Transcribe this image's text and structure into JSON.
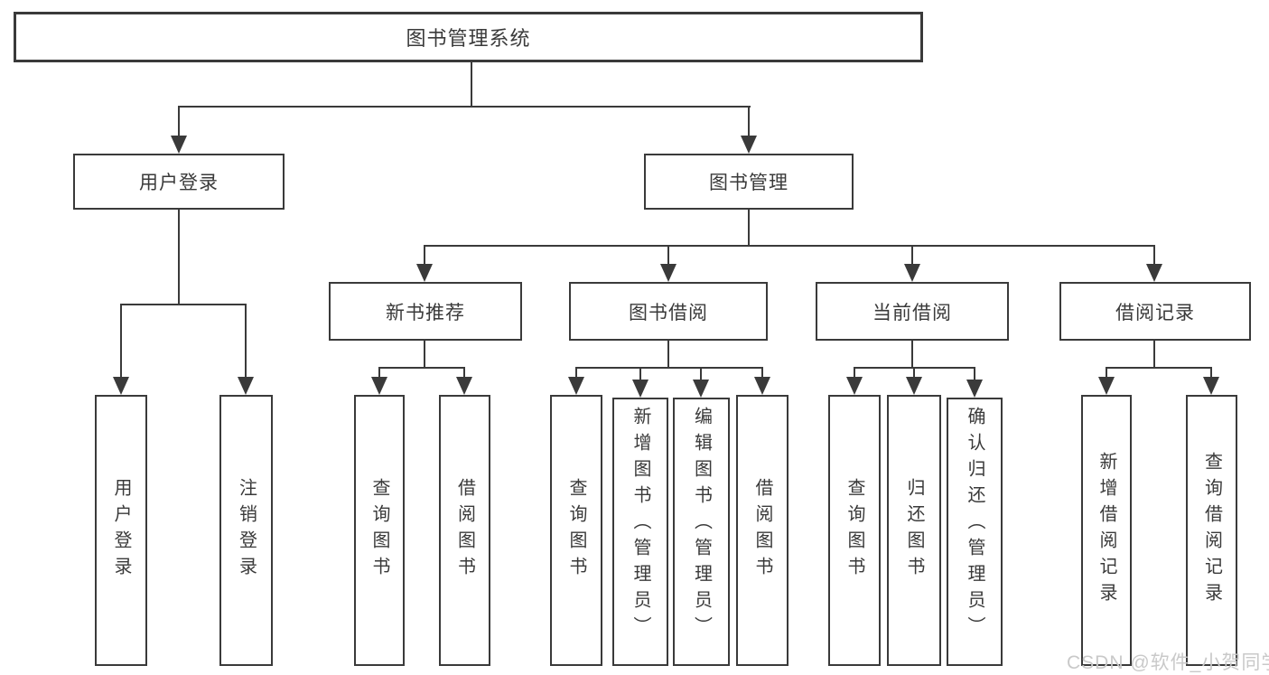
{
  "diagram": {
    "type": "hierarchy",
    "title": "图书管理系统"
  },
  "nodes": {
    "root": "图书管理系统",
    "user_login": "用户登录",
    "book_mgmt": "图书管理",
    "new_book_rec": "新书推荐",
    "book_borrow": "图书借阅",
    "current_borrow": "当前借阅",
    "borrow_record": "借阅记录",
    "leaf_user_login": "用户登录",
    "leaf_logout": "注销登录",
    "leaf_query_book_1": "查询图书",
    "leaf_borrow_book_1": "借阅图书",
    "leaf_query_book_2": "查询图书",
    "leaf_add_book": "新增图书（管理员）",
    "leaf_edit_book": "编辑图书（管理员）",
    "leaf_borrow_book_2": "借阅图书",
    "leaf_query_book_3": "查询图书",
    "leaf_return_book": "归还图书",
    "leaf_confirm_return": "确认归还（管理员）",
    "leaf_add_record": "新增借阅记录",
    "leaf_query_record": "查询借阅记录"
  },
  "edges": [
    [
      "图书管理系统",
      "用户登录"
    ],
    [
      "图书管理系统",
      "图书管理"
    ],
    [
      "用户登录",
      "用户登录"
    ],
    [
      "用户登录",
      "注销登录"
    ],
    [
      "图书管理",
      "新书推荐"
    ],
    [
      "图书管理",
      "图书借阅"
    ],
    [
      "图书管理",
      "当前借阅"
    ],
    [
      "图书管理",
      "借阅记录"
    ],
    [
      "新书推荐",
      "查询图书"
    ],
    [
      "新书推荐",
      "借阅图书"
    ],
    [
      "图书借阅",
      "查询图书"
    ],
    [
      "图书借阅",
      "新增图书（管理员）"
    ],
    [
      "图书借阅",
      "编辑图书（管理员）"
    ],
    [
      "图书借阅",
      "借阅图书"
    ],
    [
      "当前借阅",
      "查询图书"
    ],
    [
      "当前借阅",
      "归还图书"
    ],
    [
      "当前借阅",
      "确认归还（管理员）"
    ],
    [
      "借阅记录",
      "新增借阅记录"
    ],
    [
      "借阅记录",
      "查询借阅记录"
    ]
  ],
  "watermark": "CSDN @软件_小贺同学",
  "colors": {
    "line": "#3a3a3a",
    "text": "#3a3a3a",
    "background": "#ffffff",
    "watermark": "#c9c9c9"
  }
}
